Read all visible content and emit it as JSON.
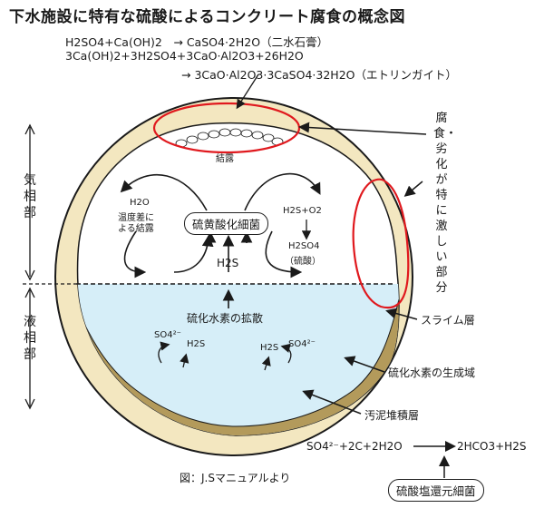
{
  "title": "下水施設に特有な硫酸によるコンクリート腐食の概念図",
  "equations": {
    "line1": "H2SO4+Ca(OH)2　→ CaSO4·2H2O（二水石膏）",
    "line2": "3Ca(OH)2+3H2SO4+3CaO·Al2O3+26H2O",
    "line3": "→ 3CaO·Al2O3·3CaSO4·32H2O（エトリンガイト）"
  },
  "side_labels": {
    "gas_phase": "気相部",
    "liquid_phase": "液相部"
  },
  "right_labels": {
    "corrosion": "腐食・劣化が特に激しい部分",
    "slime": "スライム層",
    "h2s_zone": "硫化水素の生成域",
    "sludge": "汚泥堆積層"
  },
  "inner_labels": {
    "condensation": "結露",
    "h2o_label": "H2O",
    "temp_diff_1": "温度差に",
    "temp_diff_2": "よる結露",
    "bacteria_box": "硫黄酸化細菌",
    "h2s_o2": "H2S+O2",
    "h2so4": "H2SO4",
    "sulfuric_acid": "（硫酸）",
    "h2s_center": "H2S",
    "diffusion": "硫化水素の拡散",
    "so4_left": "SO4²⁻",
    "h2s_left": "H2S",
    "h2s_right": "H2S",
    "so4_right": "SO4²⁻"
  },
  "reaction": {
    "left": "SO4²⁻+2C+2H2O",
    "right": "2HCO3+H2S",
    "bacteria": "硫酸塩還元細菌"
  },
  "credit": "図：J.Sマニュアルより",
  "colors": {
    "pipe_wall": "#f3e7c0",
    "water": "#d6eef8",
    "sludge": "#b39a5b",
    "highlight": "#e0191e"
  }
}
